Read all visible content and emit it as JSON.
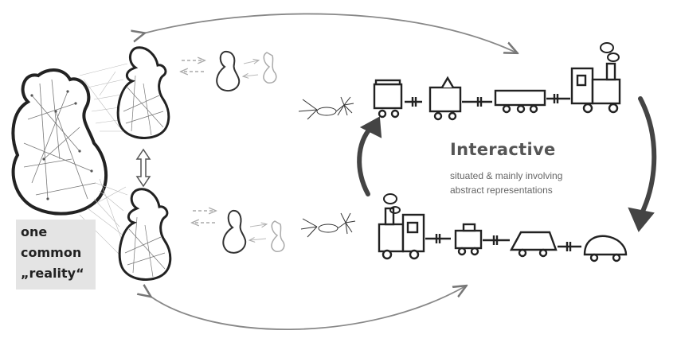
{
  "labels": {
    "reality_line1": "one",
    "reality_line2": "common",
    "reality_line3": "„reality“",
    "interactive_title": "Interactive",
    "interactive_sub1": "situated & mainly involving",
    "interactive_sub2": "abstract representations"
  },
  "colors": {
    "ink": "#2a2a2a",
    "light_ink": "#9a9a9a",
    "label_bg": "#e4e4e4",
    "arrow_dark": "#444444",
    "arrow_grey": "#888888"
  },
  "icons": [
    "blob-icon",
    "train-icon",
    "network-icon",
    "arrow-icon"
  ]
}
